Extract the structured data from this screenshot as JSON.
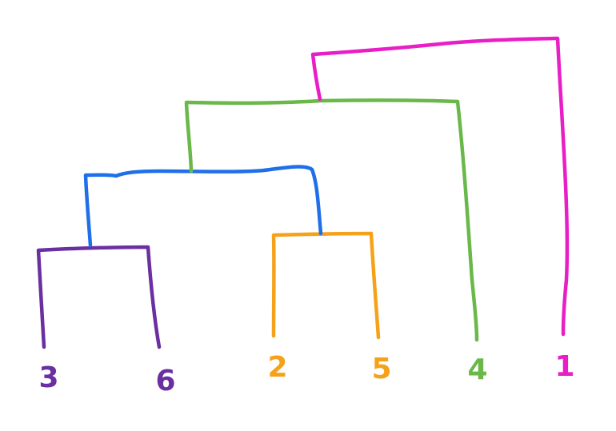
{
  "colors": {
    "purple": "#6a2fa0",
    "blue": "#1f6fe8",
    "orange": "#f5a21a",
    "green": "#6ab84a",
    "magenta": "#e81ec6"
  },
  "leaves": [
    {
      "id": "leaf-3",
      "label": "3",
      "color": "#6a2fa0"
    },
    {
      "id": "leaf-6",
      "label": "6",
      "color": "#6a2fa0"
    },
    {
      "id": "leaf-2",
      "label": "2",
      "color": "#f5a21a"
    },
    {
      "id": "leaf-5",
      "label": "5",
      "color": "#f5a21a"
    },
    {
      "id": "leaf-4",
      "label": "4",
      "color": "#6ab84a"
    },
    {
      "id": "leaf-1",
      "label": "1",
      "color": "#e81ec6"
    }
  ],
  "clusters": [
    {
      "id": "cluster-3-6",
      "members": [
        "3",
        "6"
      ],
      "color": "#6a2fa0"
    },
    {
      "id": "cluster-2-5",
      "members": [
        "2",
        "5"
      ],
      "color": "#f5a21a"
    },
    {
      "id": "cluster-3-6-2-5",
      "members": [
        "3",
        "6",
        "2",
        "5"
      ],
      "color": "#1f6fe8"
    },
    {
      "id": "cluster-3-6-2-5-4",
      "members": [
        "3",
        "6",
        "2",
        "5",
        "4"
      ],
      "color": "#6ab84a"
    },
    {
      "id": "cluster-all",
      "members": [
        "3",
        "6",
        "2",
        "5",
        "4",
        "1"
      ],
      "color": "#e81ec6"
    }
  ]
}
